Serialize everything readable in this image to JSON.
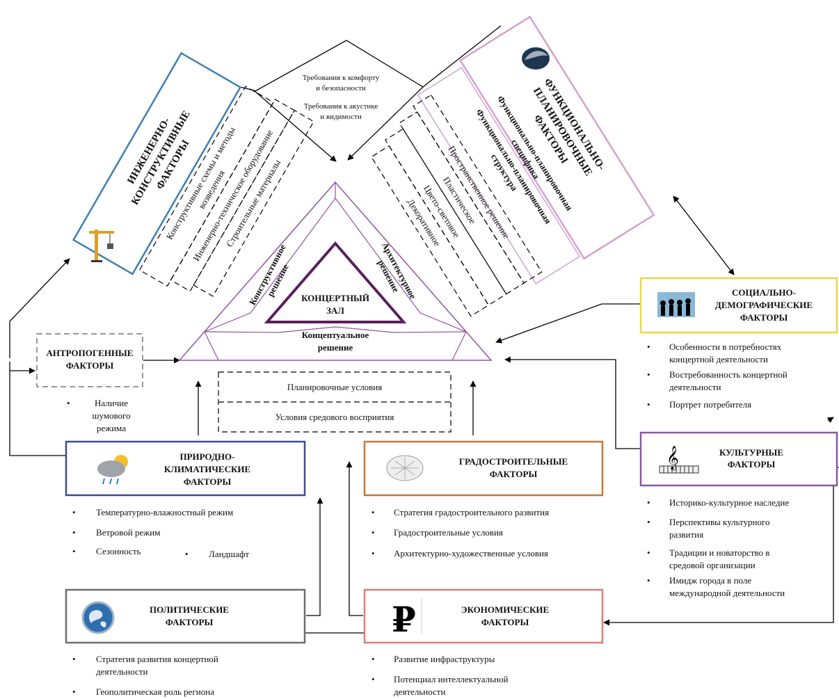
{
  "colors": {
    "blue": "#3d7fb3",
    "violet": "#8e54a1",
    "pink": "#d3a2cf",
    "yellow": "#f1d443",
    "navy": "#3e4a91",
    "orange": "#c2773a",
    "gray": "#6d6d6d",
    "red": "#e57a78",
    "dark_violet": "#5a1f5f"
  },
  "center": {
    "hall": [
      "КОНЦЕРТНЫЙ",
      "ЗАЛ"
    ],
    "constructive": [
      "Конструктивное",
      "решение"
    ],
    "architectural": [
      "Архитектурное",
      "решение"
    ],
    "conceptual": [
      "Концептуальное",
      "решение"
    ]
  },
  "requirements": [
    "Требования к комфорту",
    "и безопасности",
    "Требования к акустике",
    "и видимости"
  ],
  "engineering": {
    "title": [
      "ИНЖЕНЕРНО-",
      "КОНСТРУКТИВНЫЕ",
      "ФАКТОРЫ"
    ],
    "icon": "crane-icon",
    "items": [
      [
        "Конструктивные схемы и методы",
        "возведения"
      ],
      [
        "Инженерно-техническое оборудование"
      ],
      [
        "Строительные материалы"
      ]
    ]
  },
  "functional": {
    "title": [
      "ФУНКЦИОНАЛЬНО-",
      "ПЛАНИРОВОЧНЫЕ",
      "ФАКТОРЫ"
    ],
    "icon": "bird-icon",
    "bold_items": [
      [
        "Функционально-планировочная",
        "специфика"
      ],
      [
        "Функционально-планировочная",
        "структура"
      ]
    ],
    "items": [
      "Пространственное решение",
      "Пластическое",
      "Цвето-световое",
      "Декоративное"
    ]
  },
  "anthropogenic": {
    "title": [
      "АНТРОПОГЕННЫЕ",
      "ФАКТОРЫ"
    ],
    "bullet": [
      "Наличие",
      "шумового",
      "режима"
    ]
  },
  "social": {
    "title": [
      "СОЦИАЛЬНО-",
      "ДЕМОГРАФИЧЕСКИЕ",
      "ФАКТОРЫ"
    ],
    "icon": "people-icon",
    "bullets": [
      [
        "Особенности в потребностях",
        "концертной деятельности"
      ],
      [
        "Востребованность концертной",
        "деятельности"
      ],
      [
        "Портрет потребителя"
      ]
    ]
  },
  "cultural": {
    "title": [
      "КУЛЬТУРНЫЕ",
      "ФАКТОРЫ"
    ],
    "icon": "treble-clef-icon",
    "bullets": [
      [
        "Историко-культурное наследие"
      ],
      [
        "Перспективы культурного",
        "развития"
      ],
      [
        "Традиции и новаторство в",
        "средовой организации"
      ],
      [
        "Имидж города в поле",
        "международной деятельности"
      ]
    ]
  },
  "conditions": [
    "Планировочные условия",
    "Условия средового восприятия"
  ],
  "natural": {
    "title": [
      "ПРИРОДНО-",
      "КЛИМАТИЧЕСКИЕ",
      "ФАКТОРЫ"
    ],
    "icon": "weather-icon",
    "bullets": [
      "Температурно-влажностный режим",
      "Ветровой режим",
      "Сезонность",
      "Ландшафт"
    ]
  },
  "urban": {
    "title": [
      "ГРАДОСТРОИТЕЛЬНЫЕ",
      "ФАКТОРЫ"
    ],
    "icon": "city-map-icon",
    "bullets": [
      "Стратегия градостроительного развития",
      "Градостроительные условия",
      "Архитектурно-художественные условия"
    ]
  },
  "political": {
    "title": [
      "ПОЛИТИЧЕСКИЕ",
      "ФАКТОРЫ"
    ],
    "icon": "globe-icon",
    "bullets": [
      [
        "Стратегия развития концертной",
        "деятельности"
      ],
      [
        "Геополитическая роль региона"
      ]
    ]
  },
  "economic": {
    "title": [
      "ЭКОНОМИЧЕСКИЕ",
      "ФАКТОРЫ"
    ],
    "icon": "ruble-icon",
    "symbol": "₽",
    "bullets": [
      [
        "Развитие инфраструктуры"
      ],
      [
        "Потенциал интеллектуальной",
        "деятельности"
      ]
    ]
  }
}
